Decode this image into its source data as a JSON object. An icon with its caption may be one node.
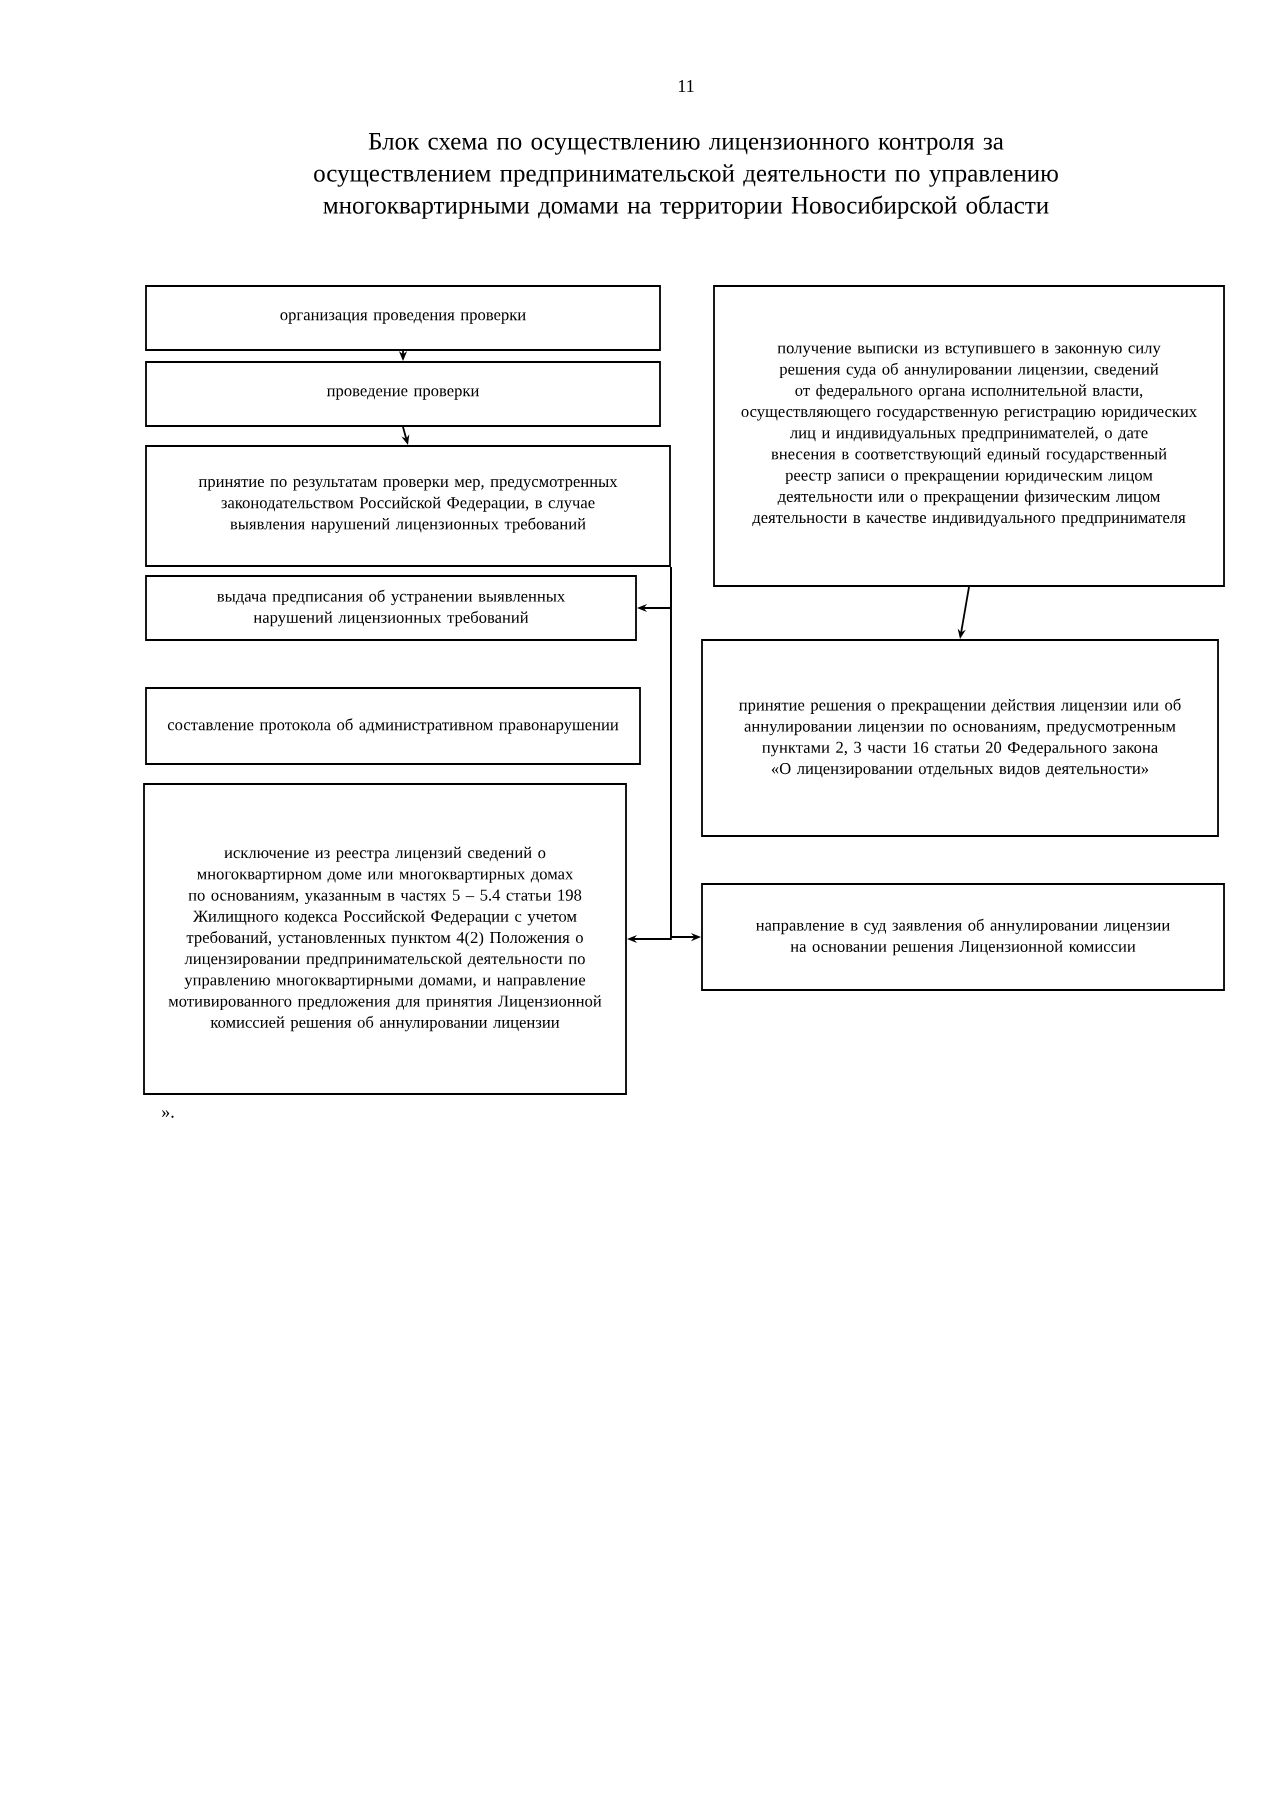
{
  "diagram": {
    "title": "Блок схема по осуществлению лицензионного контроля за осуществлением предпринимательской деятельности по управлению многоквартирными домами на территории Новосибирской области",
    "nodes": [
      {
        "text": [
          "организация проведения проверки"
        ]
      },
      {
        "text": [
          "проведение проверки"
        ]
      },
      {
        "text": [
          "принятие по результатам проверки мер, предусмотренных законодательством Российской Федерации, в случае выявления нарушений лицензионных требований"
        ]
      },
      {
        "text": [
          "выдача предписания об устранении выявленных нарушений лицензионных требований"
        ]
      },
      {
        "text": [
          "составление протокола об административном правонарушении"
        ]
      },
      {
        "text": [
          "исключение из реестра лицензий сведений о многоквартирном доме или многоквартирных домах по основаниям, указанным в частях 5 – 5.4 статьи 198 Жилищного кодекса Российской Федерации с учетом требований, установленных пунктом 4(2) Положения о лицензировании предпринимательской деятельности по управлению многоквартирными домами, и направление мотивированного предложения для принятия Лицензионной комиссией решения об аннулировании лицензии"
        ]
      },
      {
        "text": [
          "получение выписки из вступившего в законную силу решения суда об аннулировании лицензии, сведений от федерального органа исполнительной власти, осуществляющего государственную регистрацию юридических лиц и индивидуальных предпринимателей, о дате внесения в соответствующий единый государственный реестр записи о прекращении юридическим лицом деятельности или о прекращении физическим лицом деятельности в качестве индивидуального предпринимателя"
        ]
      },
      {
        "text": [
          "принятие решения о прекращении действия лицензии или об аннулировании лицензии по основаниям, предусмотренным пунктами 2, 3 части 16 статьи 20 Федерального закона «О лицензировании отдельных видов деятельности»"
        ]
      },
      {
        "text": [
          "направление в суд заявления об аннулировании лицензии на основании решения Лицензионной комиссии"
        ]
      }
    ],
    "edges": [
      {
        "from": 0,
        "to": 1,
        "arrow": "to"
      },
      {
        "from": 1,
        "to": 2,
        "arrow": "to"
      },
      {
        "from": 2,
        "to": 3,
        "arrow": "to"
      },
      {
        "from": 2,
        "to": 5,
        "arrow": "to"
      },
      {
        "from": 2,
        "to": 8,
        "arrow": "to"
      },
      {
        "from": 6,
        "to": 7,
        "arrow": "to"
      }
    ],
    "labels": [
      "11",
      "»."
    ]
  }
}
